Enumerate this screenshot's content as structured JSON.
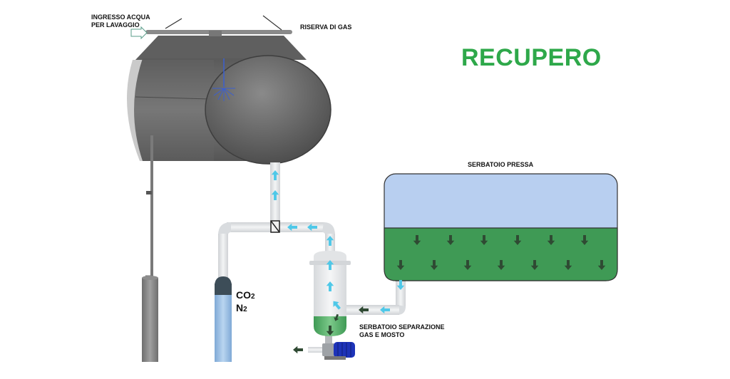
{
  "title": "RECUPERO",
  "labels": {
    "water_inlet_line1": "INGRESSO ACQUA",
    "water_inlet_line2": "PER LAVAGGIO",
    "gas_reserve": "RISERVA DI GAS",
    "press_tank": "SERBATOIO PRESSA",
    "separator_line1": "SERBATOIO SEPARAZIONE",
    "separator_line2": "GAS E MOSTO"
  },
  "gas_cylinder": {
    "gas1_main": "CO",
    "gas1_sub": "2",
    "gas2_main": "N",
    "gas2_sub": "2"
  },
  "colors": {
    "title": "#2ea84a",
    "tank_steel": "#6b6b6b",
    "gas_flow_arrow": "#4fc8e8",
    "liquid_flow_arrow": "#2f4a33",
    "press_gas": "#b8cff0",
    "press_liquid": "#3f9a55",
    "pipe": "#e4e6e8",
    "cylinder_blue": "#9ec3e6",
    "pump_motor": "#1d33b8"
  }
}
